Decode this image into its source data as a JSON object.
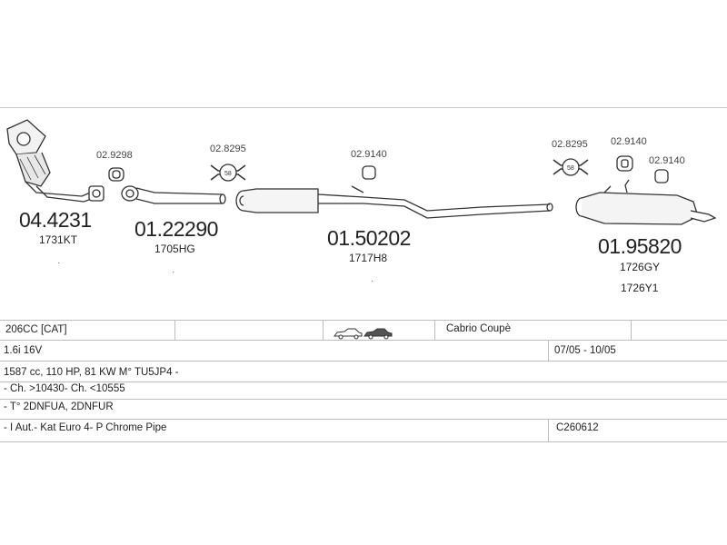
{
  "parts": {
    "catalytic_converter": {
      "number": "04.4231",
      "code": "1731KT"
    },
    "front_pipe": {
      "number": "01.22290",
      "code": "1705HG"
    },
    "centre_silencer": {
      "number": "01.50202",
      "code": "1717H8"
    },
    "rear_silencer": {
      "number": "01.95820",
      "code_1": "1726GY",
      "code_2": "1726Y1"
    }
  },
  "accessories": {
    "gasket_ring": "02.9298",
    "clamp_1": "02.8295",
    "hanger_centre": "02.9140",
    "clamp_2": "02.8295",
    "hanger_rear_1": "02.9140",
    "hanger_rear_2": "02.9140"
  },
  "info": {
    "model": "206CC  [CAT]",
    "body": "Cabrio Coupè",
    "engine": "1.6i  16V",
    "years": "07/05  -  10/05",
    "specs": "1587 cc, 110 HP, 81 KW M° TU5JP4 -",
    "chassis": "- Ch. >10430- Ch. <10555",
    "type": "- T° 2DNFUA, 2DNFUR",
    "notes": "- I Aut.- Kat Euro 4- P Chrome Pipe",
    "ref": "C260612"
  }
}
